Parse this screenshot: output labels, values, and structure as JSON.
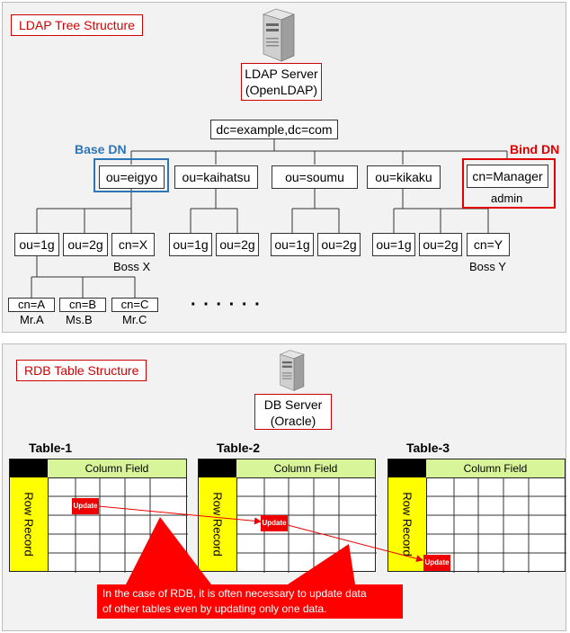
{
  "ldap": {
    "section_title": "LDAP Tree Structure",
    "server_label": [
      "LDAP Server",
      "(OpenLDAP)"
    ],
    "root": "dc=example,dc=com",
    "base_dn_label": "Base DN",
    "bind_dn_label": "Bind DN",
    "ou_level": [
      "ou=eigyo",
      "ou=kaihatsu",
      "ou=soumu",
      "ou=kikaku",
      "cn=Manager"
    ],
    "manager_caption": "admin",
    "eigyo_children": [
      "ou=1g",
      "ou=2g",
      "cn=X"
    ],
    "boss_x": "Boss X",
    "kaihatsu_children": [
      "ou=1g",
      "ou=2g"
    ],
    "soumu_children": [
      "ou=1g",
      "ou=2g"
    ],
    "kikaku_children": [
      "ou=1g",
      "ou=2g",
      "cn=Y"
    ],
    "boss_y": "Boss Y",
    "leaf_nodes": [
      "cn=A",
      "cn=B",
      "cn=C"
    ],
    "leaf_captions": [
      "Mr.A",
      "Ms.B",
      "Mr.C"
    ],
    "ellipsis": "· · · · · ·"
  },
  "rdb": {
    "section_title": "RDB Table Structure",
    "server_label": [
      "DB Server",
      "(Oracle)"
    ],
    "tables": [
      {
        "title": "Table-1",
        "column_label": "Column Field",
        "row_label": "Row Record"
      },
      {
        "title": "Table-2",
        "column_label": "Column Field",
        "row_label": "Row Record"
      },
      {
        "title": "Table-3",
        "column_label": "Column Field",
        "row_label": "Row Record"
      }
    ],
    "update_label": "Update",
    "note_lines": [
      "In the case of RDB, it is often necessary to update data",
      "of other tables even by updating only one data."
    ]
  },
  "colors": {
    "accent_red": "#e00000",
    "base_blue": "#2e75b6",
    "column_green": "#d9f59a",
    "row_yellow": "#ffff00"
  }
}
